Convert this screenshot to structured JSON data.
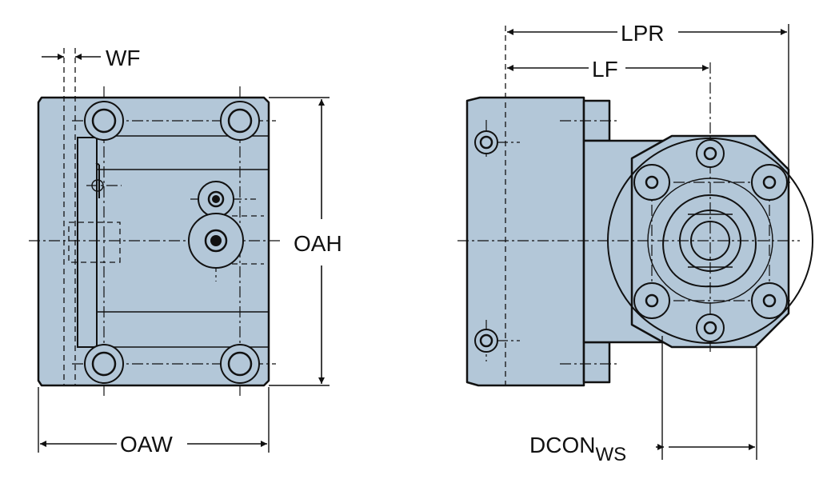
{
  "labels": {
    "wf": "WF",
    "oah": "OAH",
    "oaw": "OAW",
    "lpr": "LPR",
    "lf": "LF",
    "dcon": "DCON",
    "dcon_sub": "WS"
  }
}
